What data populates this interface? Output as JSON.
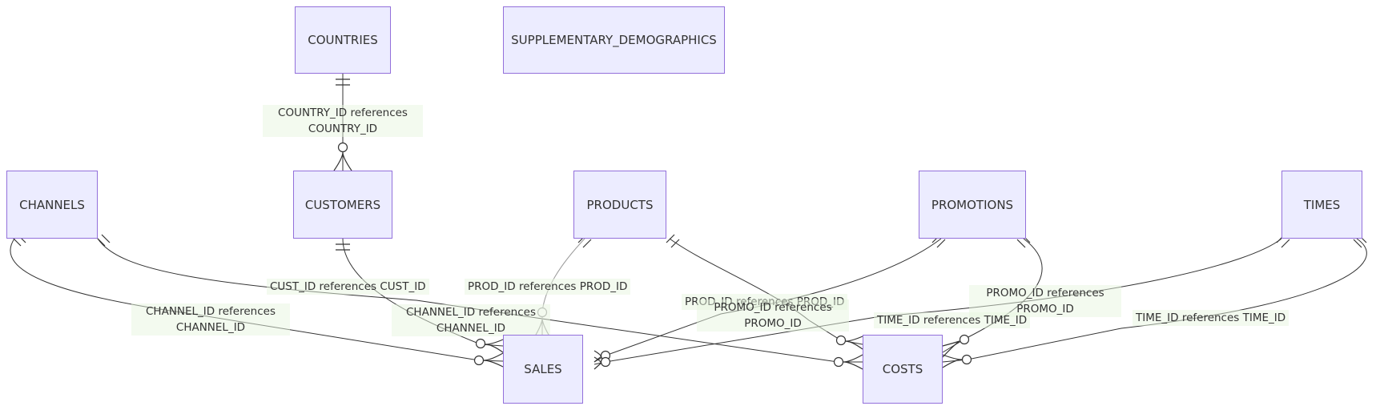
{
  "entities": {
    "countries": "COUNTRIES",
    "supplementary_demographics": "SUPPLEMENTARY_DEMOGRAPHICS",
    "channels": "CHANNELS",
    "customers": "CUSTOMERS",
    "products": "PRODUCTS",
    "promotions": "PROMOTIONS",
    "times": "TIMES",
    "sales": "SALES",
    "costs": "COSTS"
  },
  "relationships": {
    "country_customers": {
      "line1": "COUNTRY_ID references",
      "line2": "COUNTRY_ID"
    },
    "channel_sales": {
      "line1": "CHANNEL_ID references",
      "line2": "CHANNEL_ID"
    },
    "channel_costs": {
      "line1": "CHANNEL_ID references",
      "line2": "CHANNEL_ID"
    },
    "cust_sales": {
      "line1": "CUST_ID references CUST_ID"
    },
    "prod_sales": {
      "line1": "PROD_ID references PROD_ID"
    },
    "prod_costs": {
      "line1": "PROD_ID references PROD_ID"
    },
    "promo_sales": {
      "line1": "PROMO_ID references",
      "line2": "PROMO_ID"
    },
    "promo_costs": {
      "line1": "PROMO_ID references",
      "line2": "PROMO_ID"
    },
    "time_sales": {
      "line1": "TIME_ID references TIME_ID"
    },
    "time_costs": {
      "line1": "TIME_ID references TIME_ID"
    }
  },
  "colors": {
    "entity_fill": "#ECECFF",
    "entity_border": "#9370DB",
    "label_background": "#E8F5E0",
    "edge": "#333333"
  }
}
